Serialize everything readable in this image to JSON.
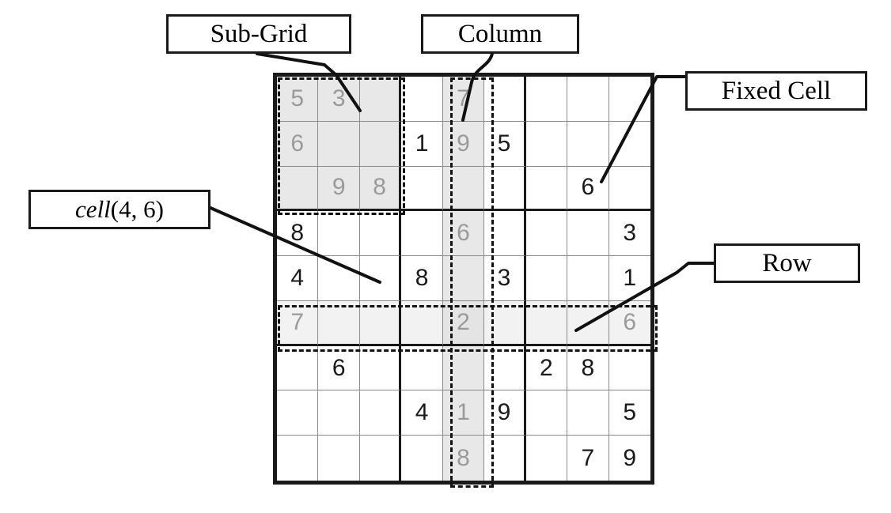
{
  "figure": {
    "title": "Sudoku grid terminology diagram",
    "background_color": "#ffffff",
    "line_color": "#1a1a1a",
    "fixed_digit_color": "#9a9a9a",
    "normal_digit_color": "#1a1a1a",
    "highlight_color": "#e8e8e8"
  },
  "callouts": {
    "subgrid": {
      "label": "Sub-Grid"
    },
    "column": {
      "label": "Column"
    },
    "fixed_cell": {
      "label": "Fixed Cell"
    },
    "row": {
      "label": "Row"
    },
    "cell": {
      "label_italic": "cell",
      "label_rest": " (4, 6)"
    }
  },
  "grid": {
    "size": 9,
    "subgrid_size": 3,
    "rows": [
      [
        "5",
        "3",
        "",
        "",
        "7",
        "",
        "",
        "",
        ""
      ],
      [
        "6",
        "",
        "",
        "1",
        "9",
        "5",
        "",
        "",
        ""
      ],
      [
        "",
        "9",
        "8",
        "",
        "",
        "",
        "",
        "6",
        ""
      ],
      [
        "8",
        "",
        "",
        "",
        "6",
        "",
        "",
        "",
        "3"
      ],
      [
        "4",
        "",
        "",
        "8",
        "",
        "3",
        "",
        "",
        "1"
      ],
      [
        "7",
        "",
        "",
        "",
        "2",
        "",
        "",
        "",
        "6"
      ],
      [
        "",
        "6",
        "",
        "",
        "",
        "",
        "2",
        "8",
        ""
      ],
      [
        "",
        "",
        "",
        "4",
        "1",
        "9",
        "",
        "",
        "5"
      ],
      [
        "",
        "",
        "",
        "",
        "8",
        "",
        "",
        "7",
        "9"
      ]
    ],
    "fixed": [
      [
        true,
        true,
        false,
        false,
        true,
        false,
        false,
        false,
        false
      ],
      [
        true,
        false,
        false,
        false,
        true,
        false,
        false,
        false,
        false
      ],
      [
        false,
        true,
        true,
        false,
        false,
        false,
        false,
        false,
        false
      ],
      [
        false,
        false,
        false,
        false,
        true,
        false,
        false,
        false,
        false
      ],
      [
        false,
        false,
        false,
        false,
        false,
        false,
        false,
        false,
        false
      ],
      [
        true,
        false,
        false,
        false,
        true,
        false,
        false,
        false,
        true
      ],
      [
        false,
        false,
        false,
        false,
        false,
        false,
        false,
        false,
        false
      ],
      [
        false,
        false,
        false,
        false,
        true,
        false,
        false,
        false,
        false
      ],
      [
        false,
        false,
        false,
        false,
        true,
        false,
        false,
        false,
        false
      ]
    ],
    "highlights": {
      "subgrid": {
        "row_start": 1,
        "row_end": 3,
        "col_start": 1,
        "col_end": 3
      },
      "column": {
        "index": 5
      },
      "row": {
        "index": 6
      },
      "fixed_cell_pointer": {
        "row": 3,
        "col": 8,
        "value": "6"
      },
      "cell_pointer": {
        "row": 5,
        "col": 3
      }
    }
  }
}
